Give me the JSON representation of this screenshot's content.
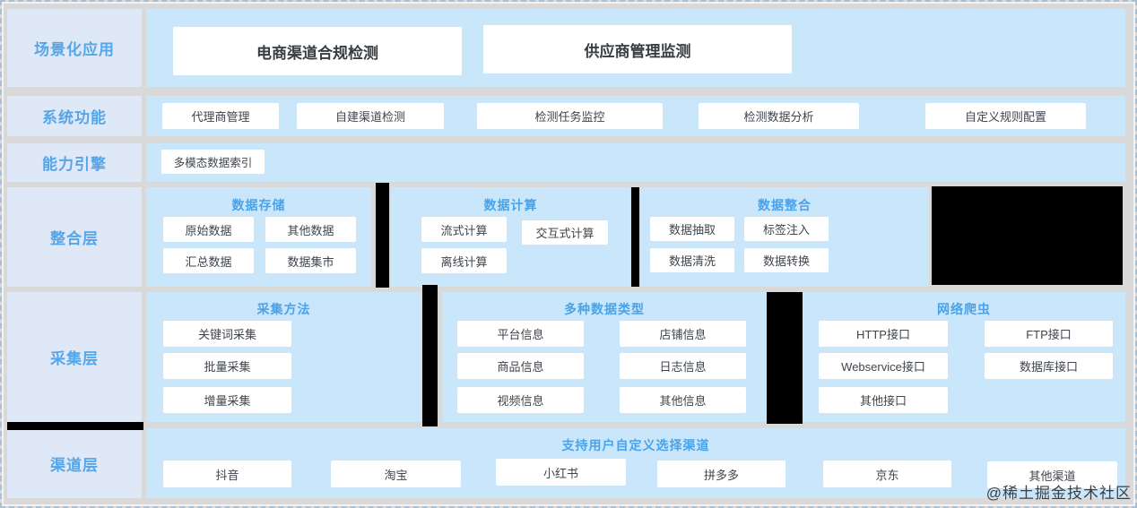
{
  "sidebar": {
    "items": [
      {
        "label": "场景化应用"
      },
      {
        "label": "系统功能"
      },
      {
        "label": "能力引擎"
      },
      {
        "label": "整合层"
      },
      {
        "label": "采集层"
      },
      {
        "label": "渠道层"
      }
    ]
  },
  "scenario_apps": {
    "boxes": [
      "电商渠道合规检测",
      "供应商管理监测"
    ]
  },
  "system_functions": {
    "boxes": [
      "代理商管理",
      "自建渠道检测",
      "检测任务监控",
      "检测数据分析",
      "自定义规则配置"
    ]
  },
  "capability_engine": {
    "boxes": [
      "多模态数据索引"
    ]
  },
  "integration_layer": {
    "groups": [
      {
        "title": "数据存储",
        "boxes": [
          "原始数据",
          "其他数据",
          "汇总数据",
          "数据集市"
        ]
      },
      {
        "title": "数据计算",
        "boxes": [
          "流式计算",
          "交互式计算",
          "离线计算"
        ]
      },
      {
        "title": "数据整合",
        "boxes": [
          "数据抽取",
          "标签注入",
          "数据清洗",
          "数据转换"
        ]
      }
    ]
  },
  "collection_layer": {
    "groups": [
      {
        "title": "采集方法",
        "boxes": [
          "关键词采集",
          "批量采集",
          "增量采集"
        ]
      },
      {
        "title": "多种数据类型",
        "boxes": [
          "平台信息",
          "店铺信息",
          "商品信息",
          "日志信息",
          "视频信息",
          "其他信息"
        ]
      },
      {
        "title": "网络爬虫",
        "boxes": [
          "HTTP接口",
          "FTP接口",
          "Webservice接口",
          "数据库接口",
          "其他接口"
        ]
      }
    ]
  },
  "channel_layer": {
    "title": "支持用户自定义选择渠道",
    "boxes": [
      "抖音",
      "淘宝",
      "小红书",
      "拼多多",
      "京东",
      "其他渠道"
    ]
  },
  "watermark": "@稀土掘金技术社区",
  "colors": {
    "row_background": "#c9e6fa",
    "sidebar_background": "#dfe8f6",
    "separator_gray": "#d9d9d9",
    "accent_blue_text": "#4aa2e8",
    "box_text": "#3f454c",
    "box_background": "#ffffff",
    "redaction_black": "#000000"
  }
}
